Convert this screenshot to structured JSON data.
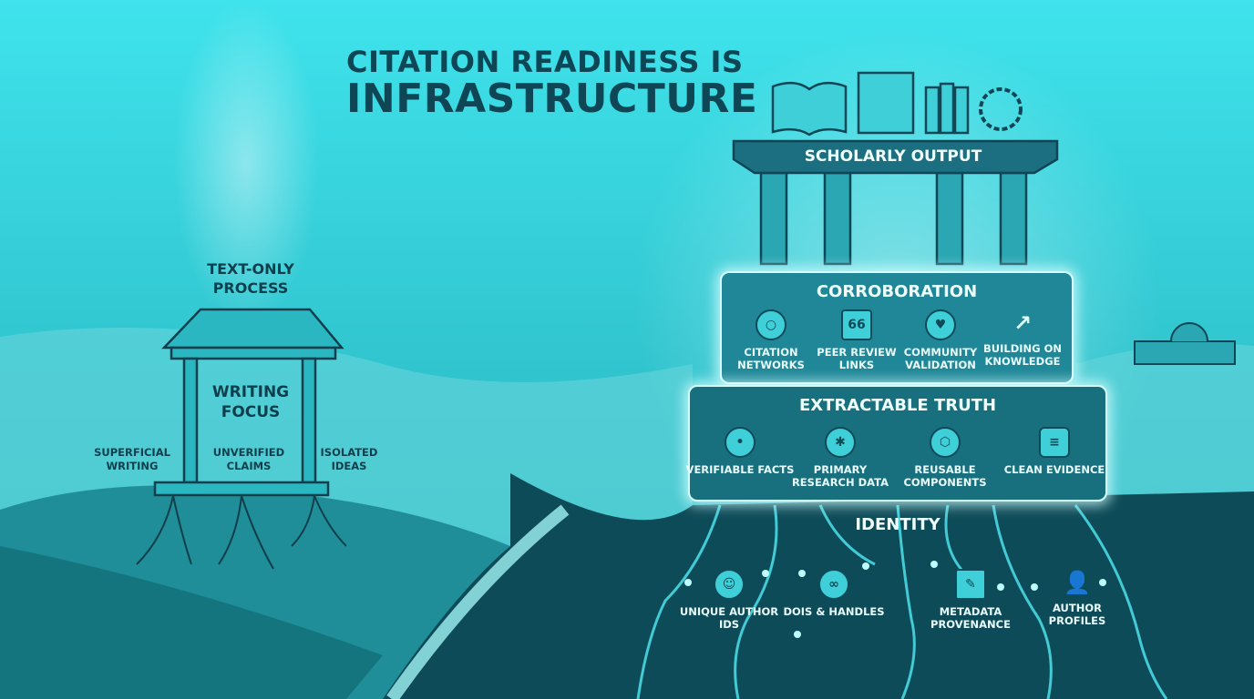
{
  "title": {
    "line1": "CITATION READINESS IS",
    "line2": "INFRASTRUCTURE"
  },
  "left": {
    "process_label": "TEXT-ONLY PROCESS",
    "focus_label": "WRITING FOCUS",
    "issues": [
      "SUPERFICIAL WRITING",
      "UNVERIFIED CLAIMS",
      "ISOLATED IDEAS"
    ]
  },
  "top": {
    "label": "SCHOLARLY OUTPUT",
    "icons": [
      "open-book-icon",
      "document-icon",
      "books-icon",
      "laurel-icon"
    ]
  },
  "corroboration": {
    "title": "CORROBORATION",
    "items": [
      {
        "label": "CITATION NETWORKS",
        "icon": "network-icon"
      },
      {
        "label": "PEER REVIEW LINKS",
        "icon": "quote-bubble-icon"
      },
      {
        "label": "COMMUNITY VALIDATION",
        "icon": "community-icon"
      },
      {
        "label": "BUILDING ON KNOWLEDGE",
        "icon": "trend-up-icon"
      }
    ]
  },
  "extractable": {
    "title": "EXTRACTABLE TRUTH",
    "items": [
      {
        "label": "VERIFIABLE FACTS",
        "icon": "node-graph-icon"
      },
      {
        "label": "PRIMARY RESEARCH DATA",
        "icon": "hub-icon"
      },
      {
        "label": "REUSABLE COMPONENTS",
        "icon": "cluster-icon"
      },
      {
        "label": "CLEAN EVIDENCE",
        "icon": "database-icon"
      }
    ]
  },
  "identity": {
    "title": "IDENTITY",
    "items": [
      {
        "label": "UNIQUE AUTHOR IDs",
        "icon": "user-circle-icon"
      },
      {
        "label": "DOIs & HANDLEs",
        "icon": "link-icon"
      },
      {
        "label": "METADATA PROVENANCE",
        "icon": "document-pen-icon"
      },
      {
        "label": "AUTHOR PROFILES",
        "icon": "user-icon"
      }
    ]
  },
  "colors": {
    "dark_teal": "#0f4656",
    "panel": "#1d7b8c",
    "glow": "#7ff6ff",
    "ground": "#0e4b58"
  }
}
